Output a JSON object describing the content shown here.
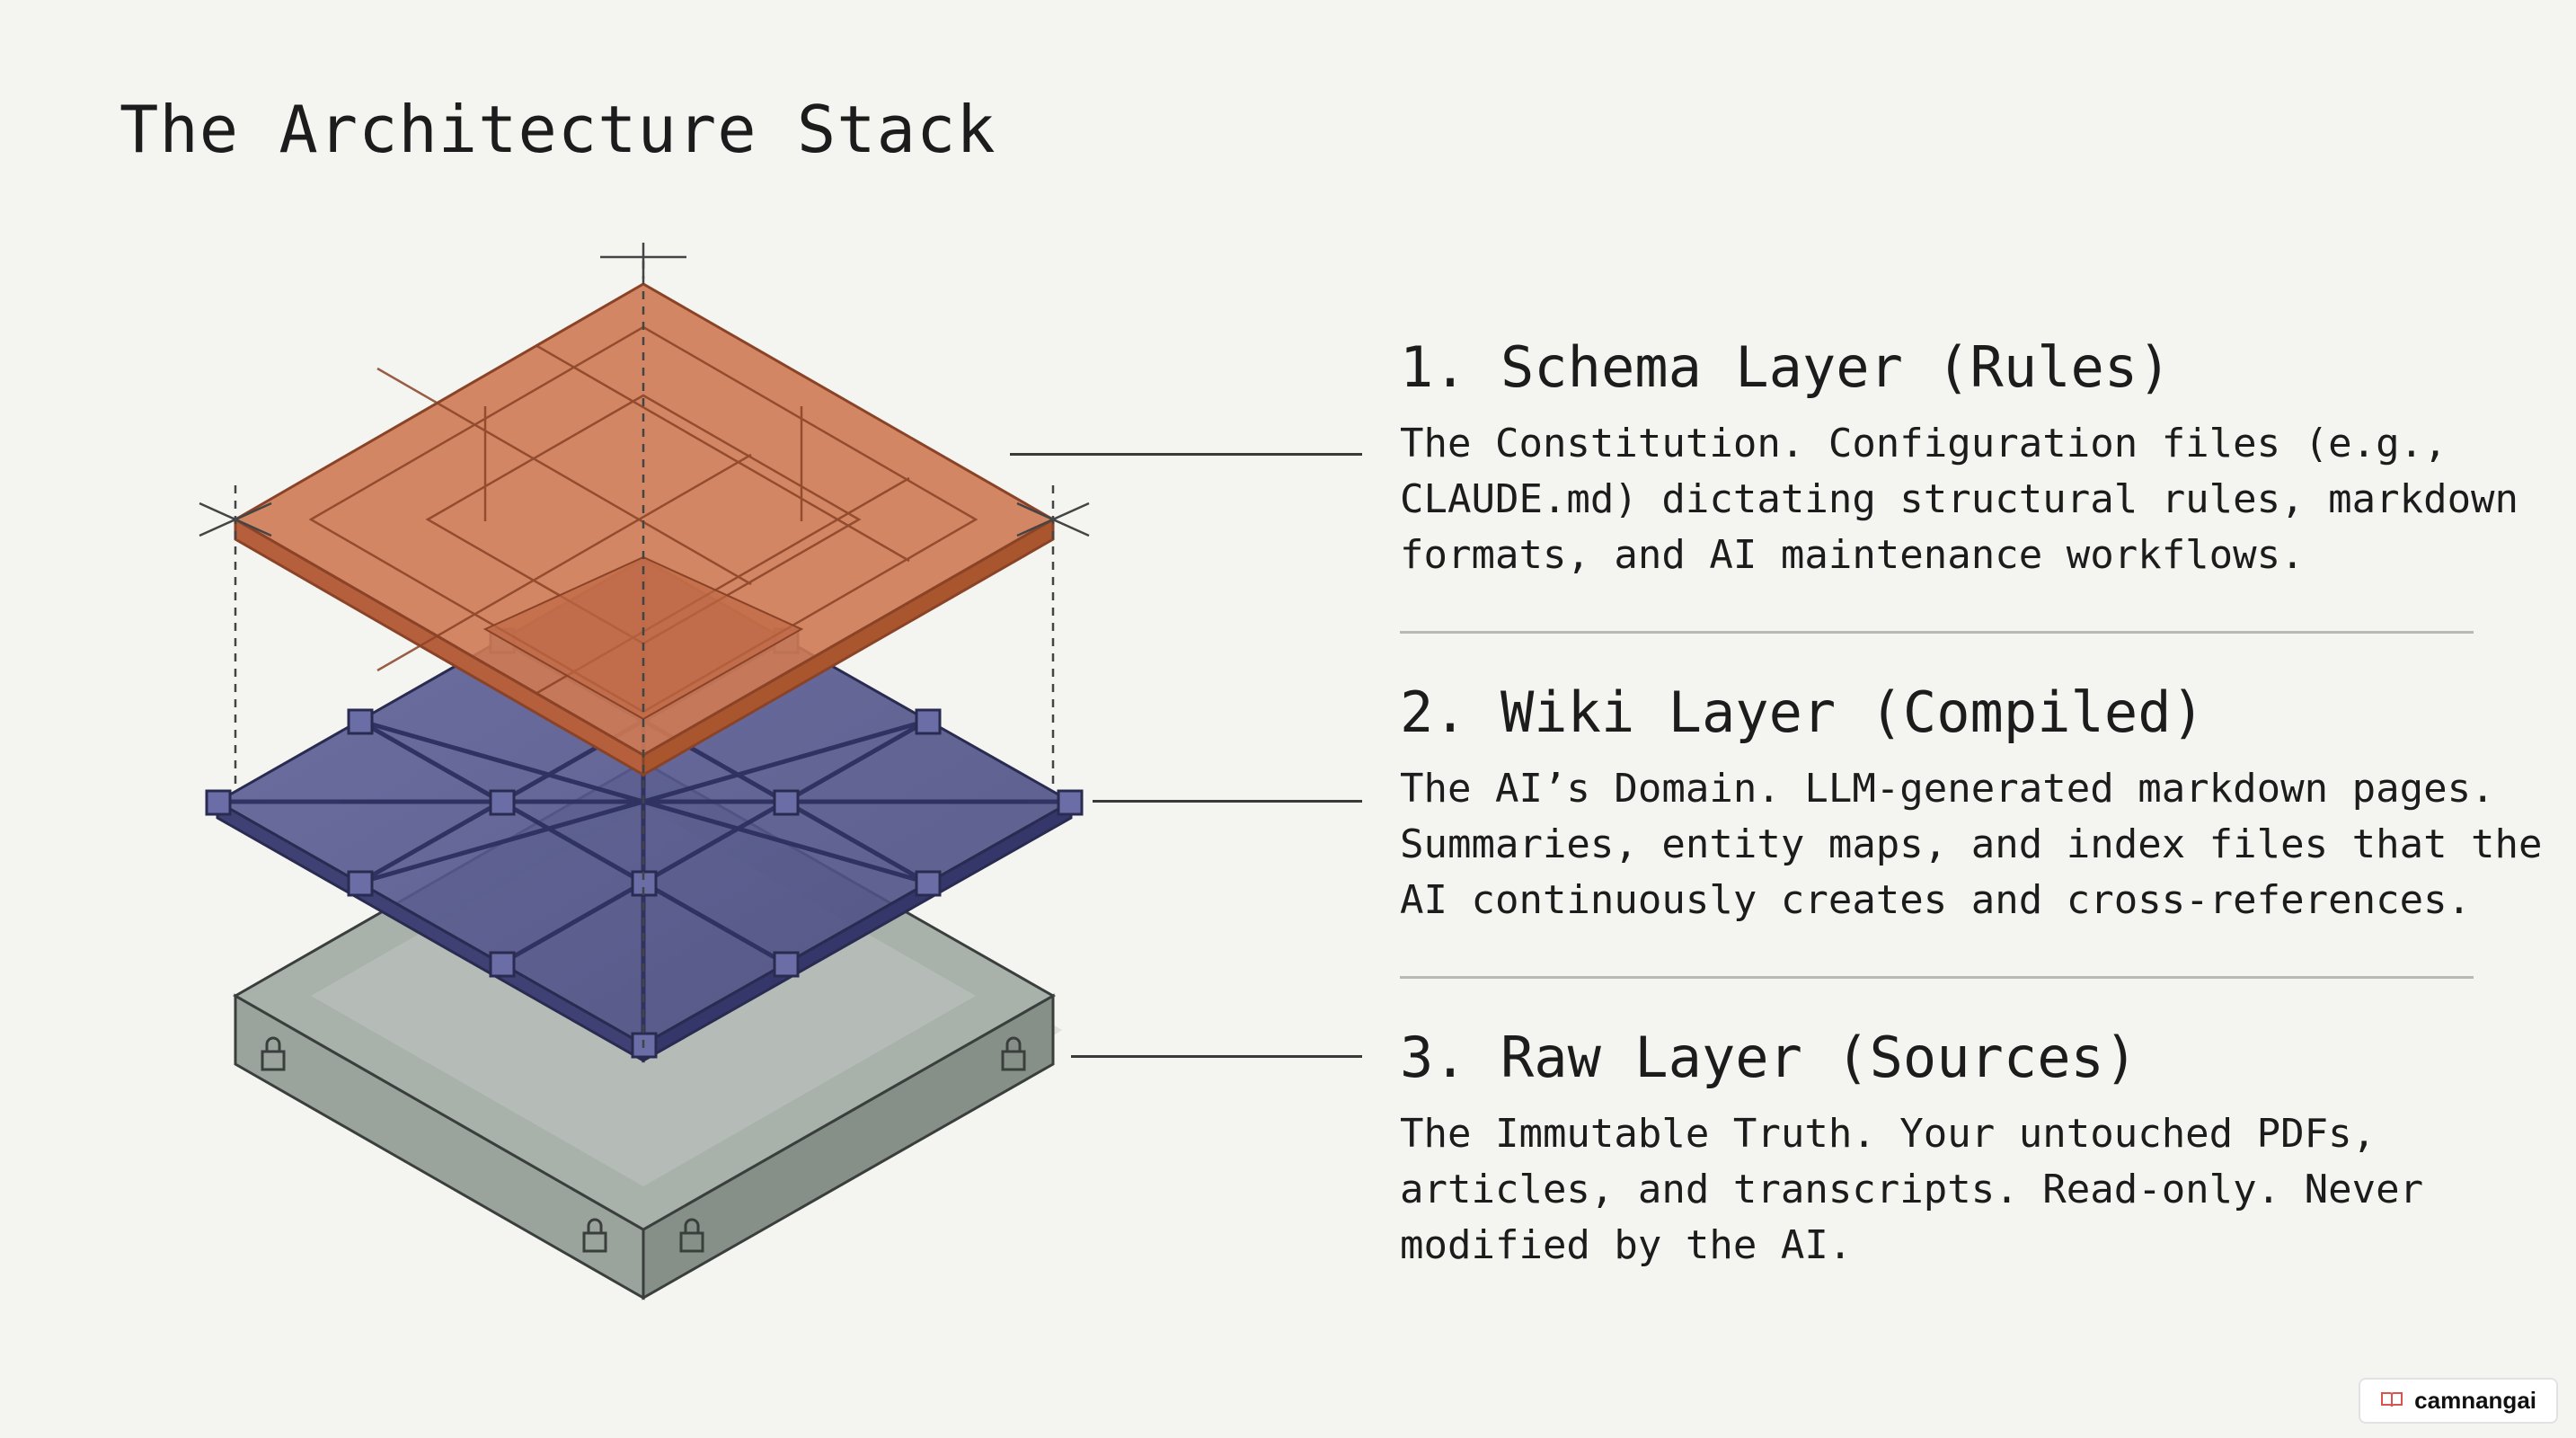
{
  "title": "The Architecture Stack",
  "layers": [
    {
      "heading": "1. Schema Layer (Rules)",
      "description_lines": [
        "The Constitution. Configuration files (e.g.,",
        "CLAUDE.md) dictating structural rules, markdown",
        "formats, and AI maintenance workflows."
      ],
      "color": "#c9754f"
    },
    {
      "heading": "2. Wiki Layer (Compiled)",
      "description_lines": [
        "The AI’s Domain. LLM-generated markdown pages.",
        "Summaries, entity maps, and index files that the",
        "AI continuously creates and cross-references."
      ],
      "color": "#55578d"
    },
    {
      "heading": "3. Raw Layer (Sources)",
      "description_lines": [
        "The Immutable Truth. Your untouched PDFs,",
        "articles, and transcripts. Read-only. Never",
        "modified by the AI."
      ],
      "color": "#9aa39c"
    }
  ],
  "icons": {
    "layer_locks": "padlock-icon",
    "badge": "book-icon"
  },
  "watermark": "camnangai"
}
